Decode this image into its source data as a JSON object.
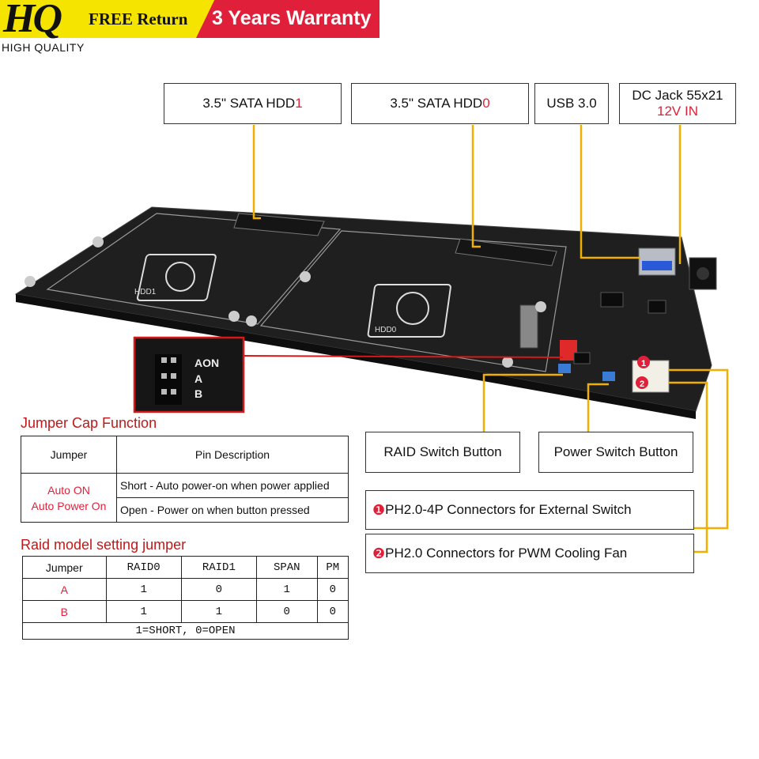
{
  "header": {
    "logo": "HQ",
    "logo_sub": "HIGH QUALITY",
    "free_return": "FREE Return",
    "warranty": "3 Years Warranty"
  },
  "top_labels": {
    "hdd1_prefix": "3.5\" SATA HDD",
    "hdd1_suffix": "1",
    "hdd0_prefix": "3.5\" SATA HDD",
    "hdd0_suffix": "0",
    "usb": "USB 3.0",
    "dc_line1": "DC Jack 55x21",
    "dc_line2": "12V IN"
  },
  "board": {
    "hdd1_silk": "HDD1",
    "hdd0_silk": "HDD0",
    "jumper_zoom_labels": [
      "AON",
      "A",
      "B"
    ]
  },
  "side_labels": {
    "raid_button": "RAID Switch Button",
    "power_button": "Power Switch Button",
    "conn1_num": "❶",
    "conn1": "PH2.0-4P Connectors for External Switch",
    "conn2_num": "❷",
    "conn2": "PH2.0 Connectors for PWM Cooling Fan",
    "marker1": "1",
    "marker2": "2"
  },
  "jumper_cap": {
    "title": "Jumper Cap Function",
    "headers": [
      "Jumper",
      "Pin Description"
    ],
    "row_label_1": "Auto ON",
    "row_label_2": "Auto Power On",
    "short": "Short - Auto power-on when power applied",
    "open": "Open - Power on when button pressed"
  },
  "raid_table": {
    "title": "Raid model setting jumper",
    "headers": [
      "Jumper",
      "RAID0",
      "RAID1",
      "SPAN",
      "PM"
    ],
    "rows": [
      {
        "jumper": "A",
        "values": [
          "1",
          "0",
          "1",
          "0"
        ]
      },
      {
        "jumper": "B",
        "values": [
          "1",
          "1",
          "0",
          "0"
        ]
      }
    ],
    "footer": "1=SHORT, 0=OPEN"
  },
  "colors": {
    "accent_yellow": "#f5e400",
    "accent_red": "#e0203a",
    "leader": "#f0b000",
    "board": "#1f1f1f"
  }
}
